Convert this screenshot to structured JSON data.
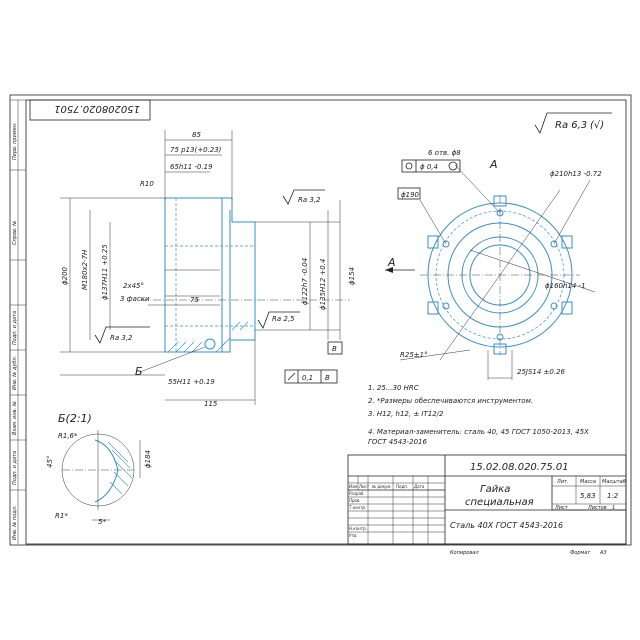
{
  "drawing_code_rotated": "150208020.7501",
  "roughness": {
    "label": "Ra 6,3",
    "suffix": "(√)"
  },
  "side_stamps": [
    {
      "id": "perv",
      "text": "Перв. примен."
    },
    {
      "id": "sprav",
      "text": "Справ. №"
    },
    {
      "id": "podp1",
      "text": "Подп. и дата"
    },
    {
      "id": "inv_dubl",
      "text": "Инв. № дубл."
    },
    {
      "id": "vzam",
      "text": "Взам. инв. №"
    },
    {
      "id": "podp2",
      "text": "Подп. и дата"
    },
    {
      "id": "inv_podl",
      "text": "Инв. № подл."
    }
  ],
  "front_view": {
    "dims": {
      "d85": "85",
      "d75p": "75 p13(+0.23)",
      "d65": "65h11 -0.19",
      "r10": "R10",
      "ra32a": "Ra 3,2",
      "d200": "ϕ200",
      "m180": "M180x2-7H",
      "d137": "ϕ137H11 +0.25",
      "chamfer": "2x45°",
      "chamfer2": "3 фаски",
      "d75": "75",
      "d122": "ϕ122h7 -0.04",
      "d135": "ϕ135H12 +0.4",
      "d154": "ϕ154",
      "ra25": "Ra 2,5",
      "ra32b": "Ra 3,2",
      "base_b": "В",
      "d55": "55H11 +0.19",
      "d115": "115",
      "tol_val": "0,1",
      "tol_base": "В",
      "view_b": "Б"
    }
  },
  "side_view": {
    "holes": "6 отв. ϕ8",
    "pos_tol": "ϕ 0,4",
    "label_a": "А",
    "d210": "ϕ210h13 -0.72",
    "d190": "ϕ190",
    "d160": "ϕ160h14 -1",
    "r25": "R25±1°",
    "d25": "25JS14 ±0.26",
    "arrow_a": "А"
  },
  "detail": {
    "title": "Б(2:1)",
    "r16": "R1,6*",
    "angle45": "45°",
    "r1": "R1*",
    "d5": "5*",
    "d184": "ϕ184"
  },
  "notes": [
    "1. 25...30 HRC",
    "2. *Размеры обеспечиваются инструментом.",
    "3. H12, h12, ± IT12/2",
    "4. Материал-заменитель: сталь 40, 45 ГОСТ 1050-2013, 45X",
    "ГОСТ 4543-2016"
  ],
  "title_block": {
    "code": "15.02.08.020.75.01",
    "name_line1": "Гайка",
    "name_line2": "специальная",
    "material": "Сталь 40X ГОСТ 4543-2016",
    "col_lit": "Лит.",
    "col_massa": "Масса",
    "col_masshtab": "Масштаб",
    "massa": "5,83",
    "masshtab": "1:2",
    "list": "Лист",
    "listov": "Листов",
    "listov_val": "1",
    "rows": [
      "Изм.",
      "Лист",
      "№ докум.",
      "Подп.",
      "Дата"
    ],
    "roles": [
      "Разраб.",
      "Пров.",
      "Т.контр.",
      "",
      "Н.контр.",
      "Утв."
    ],
    "kopiroval": "Копировал",
    "format": "Формат",
    "format_val": "А3"
  },
  "colors": {
    "line": "#222222",
    "accent": "#3a8fc8"
  }
}
